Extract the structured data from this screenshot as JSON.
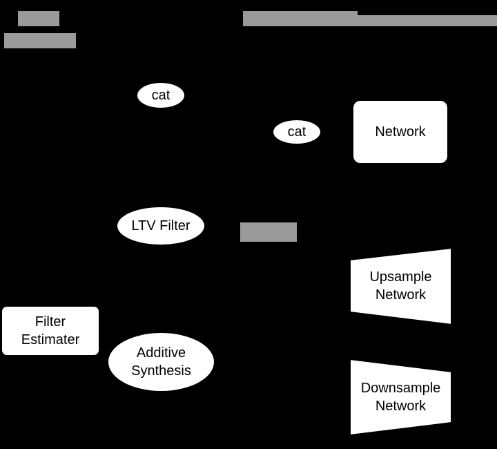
{
  "nodes": {
    "cat_1": "cat",
    "cat_2": "cat",
    "network": "Network",
    "ltv_filter": "LTV Filter",
    "upsample_network": "Upsample\nNetwork",
    "filter_estimater": "Filter\nEstimater",
    "additive_synthesis": "Additive\nSynthesis",
    "downsample_network": "Downsample\nNetwork"
  },
  "colors": {
    "background": "#000000",
    "node_fill": "#ffffff",
    "node_stroke": "#000000",
    "text": "#000000",
    "redacted": "#9a9a9a"
  }
}
